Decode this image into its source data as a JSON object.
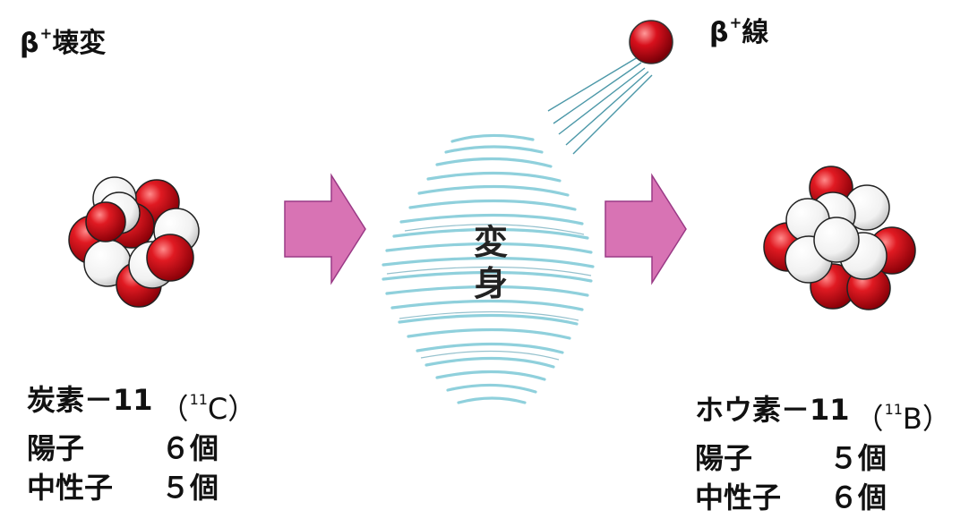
{
  "left_title": {
    "greek": "β",
    "sup": "+",
    "text": "壊変"
  },
  "right_title": {
    "greek": "β",
    "sup": "+",
    "text": "線"
  },
  "center_label": [
    "変",
    "身"
  ],
  "left_info": {
    "name": "炭素－11",
    "iso_open": "（",
    "iso_mass": "11",
    "iso_symbol": "C",
    "iso_close": "）",
    "protons_label": "陽子",
    "protons_value": "６個",
    "neutrons_label": "中性子",
    "neutrons_value": "５個"
  },
  "right_info": {
    "name": "ホウ素－11",
    "iso_open": "（",
    "iso_mass": "11",
    "iso_symbol": "B",
    "iso_close": "）",
    "protons_label": "陽子",
    "protons_value": "５個",
    "neutrons_label": "中性子",
    "neutrons_value": "６個"
  },
  "colors": {
    "proton": "#d8141c",
    "neutron": "#f4f4f4",
    "arrow": "#d873b4",
    "swirl": "#8fd0dc",
    "positron": "#d0101c"
  },
  "icons": [
    "right-arrow-icon",
    "swirl-icon",
    "positron-icon",
    "nucleus-icon"
  ]
}
